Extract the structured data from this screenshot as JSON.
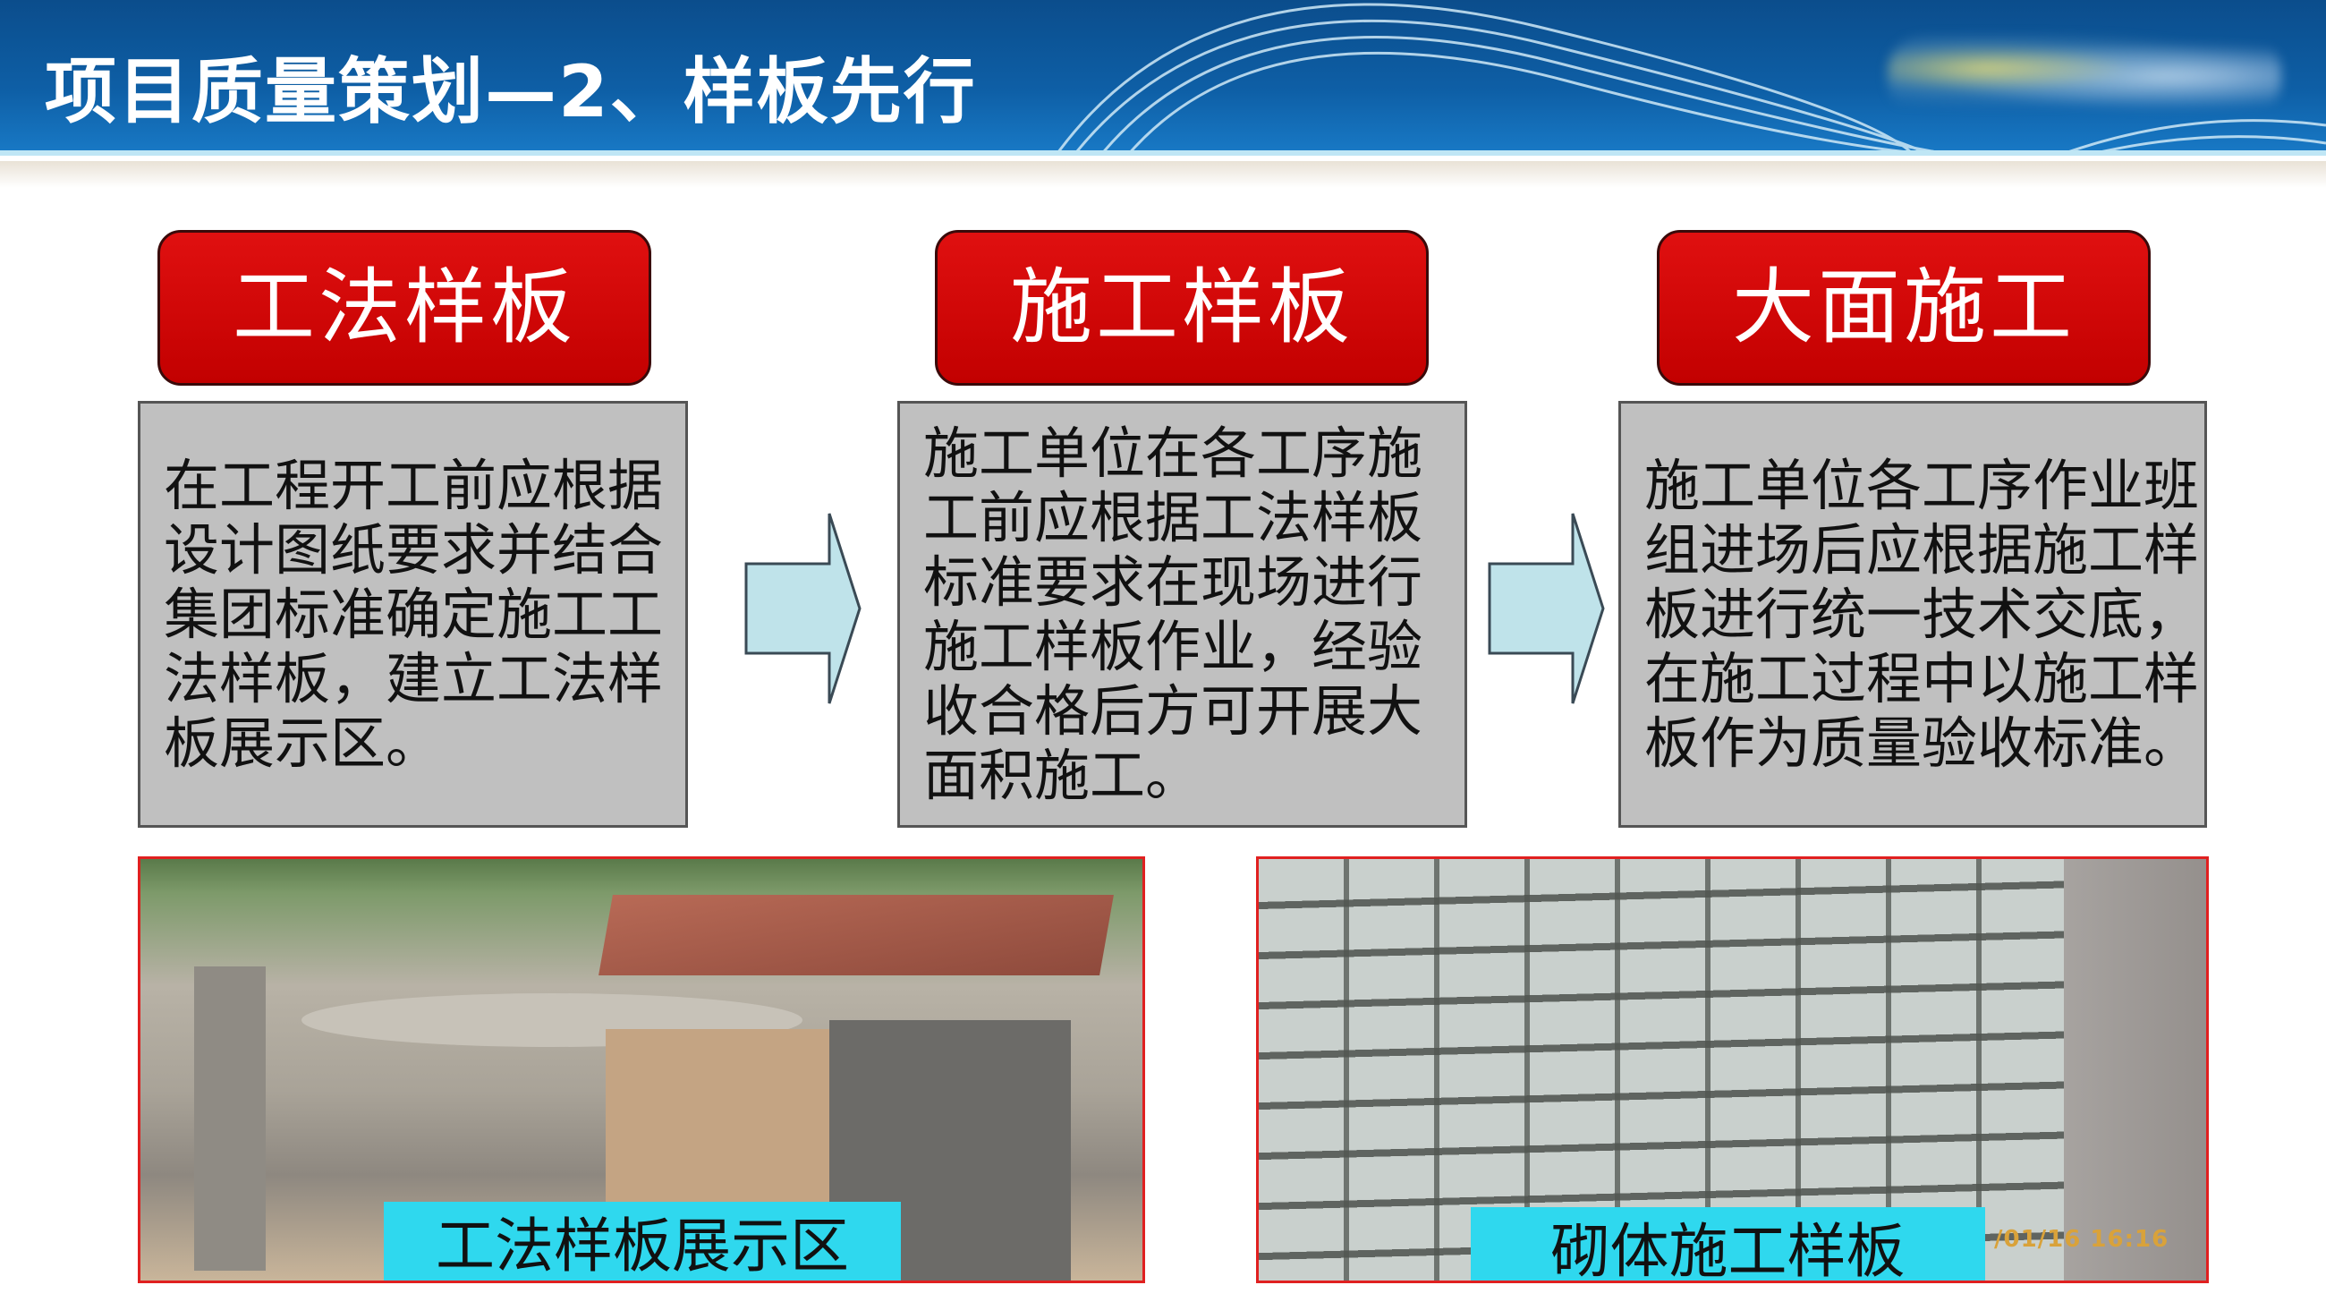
{
  "header": {
    "title": "项目质量策划—2、样板先行"
  },
  "steps": [
    {
      "label": "工法样板",
      "lines": [
        "在工程开工前应根据",
        "设计图纸要求并结合",
        "集团标准确定施工工",
        "法样板，建立工法样",
        "板展示区。"
      ]
    },
    {
      "label": "施工样板",
      "lines": [
        "施工单位在各工序施",
        "工前应根据工法样板",
        "标准要求在现场进行",
        "施工样板作业，经验",
        "收合格后方可开展大",
        "面积施工。"
      ]
    },
    {
      "label": "大面施工",
      "lines": [
        "施工单位各工序作业班",
        "组进场后应根据施工样",
        "板进行统一技术交底，",
        "在施工过程中以施工样",
        "板作为质量验收标准。"
      ]
    }
  ],
  "photos": [
    {
      "caption": "工法样板展示区"
    },
    {
      "caption": "砌体施工样板",
      "timestamp": "/01/16 16:16"
    }
  ],
  "icons": {
    "arrow": "right-arrow-icon"
  },
  "colors": {
    "header": "#0e5fa6",
    "tag": "#d00000",
    "box": "#c0c0c0",
    "arrow": "#bfe3ea",
    "caption": "#2fd8ee",
    "photo_border": "#e02020"
  }
}
